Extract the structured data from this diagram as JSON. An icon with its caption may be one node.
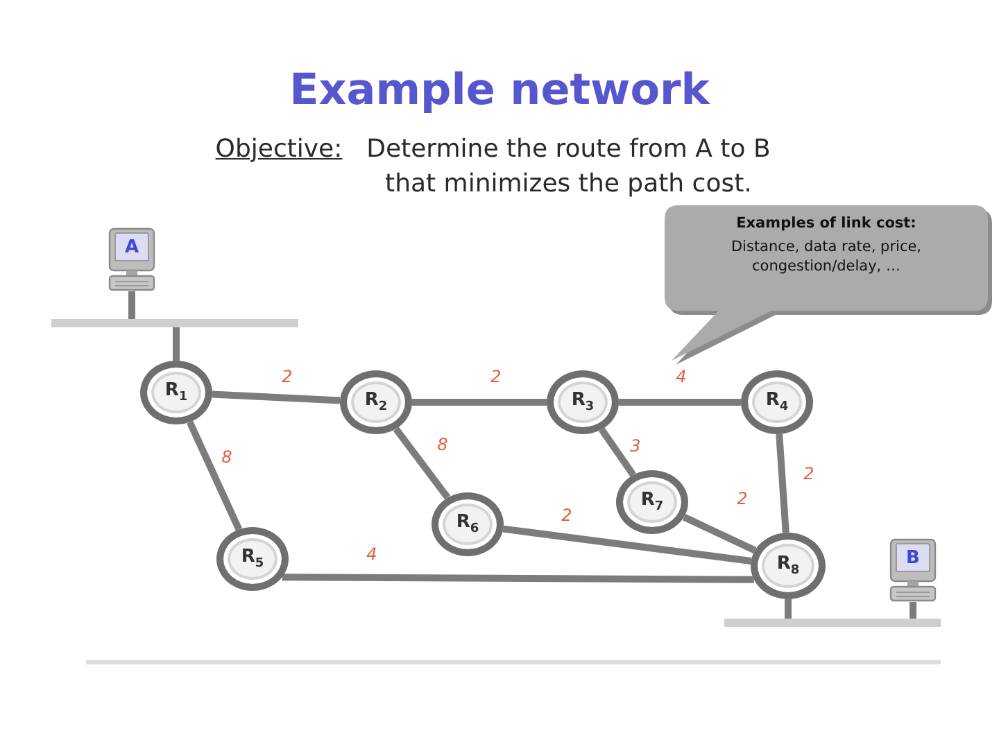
{
  "diagram": {
    "title": "Example network",
    "nodes": [
      {
        "text": [
          "Examples of link cost:",
          "Distance, data rate, price, congestion/delay, …"
        ]
      },
      {
        "text": [
          "A"
        ]
      },
      {
        "text": [],
        "shape": "bar"
      },
      {
        "text": [
          "R$_{1}$"
        ]
      },
      {
        "text": [
          "R$_{2}$"
        ]
      },
      {
        "text": [
          "R$_{3}$"
        ]
      },
      {
        "text": [
          "R$_{4}$"
        ]
      },
      {
        "text": [
          "R$_{5}$"
        ]
      },
      {
        "text": [
          "R$_{6}$"
        ]
      },
      {
        "text": [
          "R$_{7}$"
        ]
      },
      {
        "text": [
          "R$_{8}$"
        ]
      },
      {
        "text": [
          "B"
        ]
      },
      {
        "text": [],
        "shape": "bar"
      }
    ],
    "edges": [
      {
        "from": 1,
        "to": 2,
        "arrow": "none"
      },
      {
        "from": 2,
        "to": 3,
        "arrow": "none"
      },
      {
        "from": 3,
        "to": 4,
        "arrow": "none",
        "label": "2"
      },
      {
        "from": 4,
        "to": 5,
        "arrow": "none",
        "label": "2"
      },
      {
        "from": 5,
        "to": 6,
        "arrow": "none",
        "label": "4"
      },
      {
        "from": 3,
        "to": 7,
        "arrow": "none",
        "label": "8"
      },
      {
        "from": 4,
        "to": 8,
        "arrow": "none",
        "label": "8"
      },
      {
        "from": 5,
        "to": 9,
        "arrow": "none",
        "label": "3"
      },
      {
        "from": 8,
        "to": 10,
        "arrow": "none",
        "label": "2"
      },
      {
        "from": 9,
        "to": 10,
        "arrow": "none",
        "label": "2"
      },
      {
        "from": 6,
        "to": 10,
        "arrow": "none",
        "label": "2"
      },
      {
        "from": 7,
        "to": 10,
        "arrow": "none",
        "label": "4"
      },
      {
        "from": 10,
        "to": 12,
        "arrow": "none"
      },
      {
        "from": 11,
        "to": 12,
        "arrow": "none"
      }
    ],
    "labels": [
      "Objective:",
      "Determine the route from A to B that minimizes the path cost."
    ]
  }
}
